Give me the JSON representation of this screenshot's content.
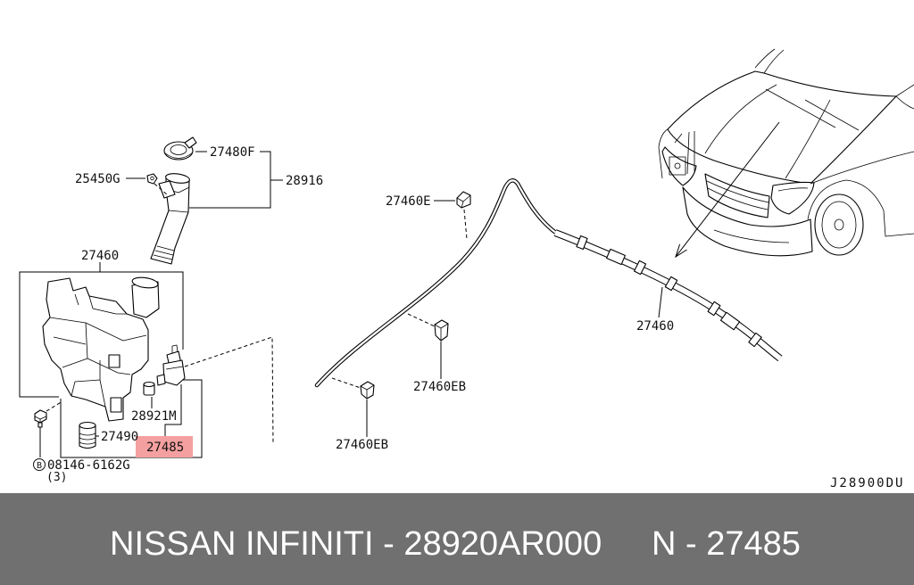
{
  "diagram": {
    "labels": {
      "filler_cap": "27480F",
      "filler_neck": "28916",
      "neck_clip": "25450G",
      "tank": "27460",
      "hose_clip_e": "27460E",
      "hose": "27460",
      "grommet": "28921M",
      "strainer": "27490",
      "pump": "27485",
      "hose_clip_eb_upper": "27460EB",
      "hose_clip_eb_lower": "27460EB",
      "bolt_symbol": "B",
      "bolt": "08146-6162G",
      "bolt_qty": "(3)",
      "diagram_code": "J28900DU"
    },
    "highlight_color": "#f5a0a0"
  },
  "footer": {
    "part_title": "NISSAN INFINITI - 28920AR000",
    "part_ref": "N - 27485",
    "background": "#707070",
    "text_color": "#ffffff"
  }
}
